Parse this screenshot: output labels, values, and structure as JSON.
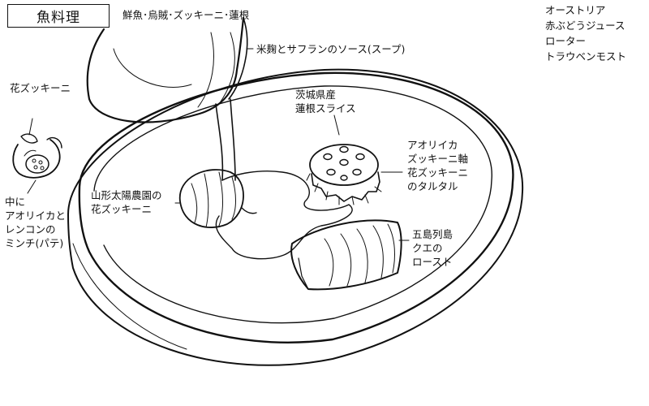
{
  "menu": {
    "title": "魚料理",
    "heading_ingredients": "鮮魚･烏賊･ズッキーニ･蓮根"
  },
  "annotations": {
    "sauce": "米麹とサフランのソース(スープ)",
    "flower_zucchini": "花ズッキーニ",
    "filling": [
      "中に",
      "アオリイカと",
      "レンコンの",
      "ミンチ(パテ)"
    ],
    "lotus_slice": [
      "茨城県産",
      "蓮根スライス"
    ],
    "tartare": [
      "アオリイカ",
      "ズッキーニ軸",
      "花ズッキーニ",
      "のタルタル"
    ],
    "yamagata_zucchini": [
      "山形太陽農園の",
      "花ズッキーニ"
    ],
    "fish": [
      "五島列島",
      "クエの",
      "ロースト"
    ]
  },
  "drink_pairing": [
    "オーストリア",
    "赤ぶどうジュース",
    "ローター",
    "トラウベンモスト"
  ]
}
